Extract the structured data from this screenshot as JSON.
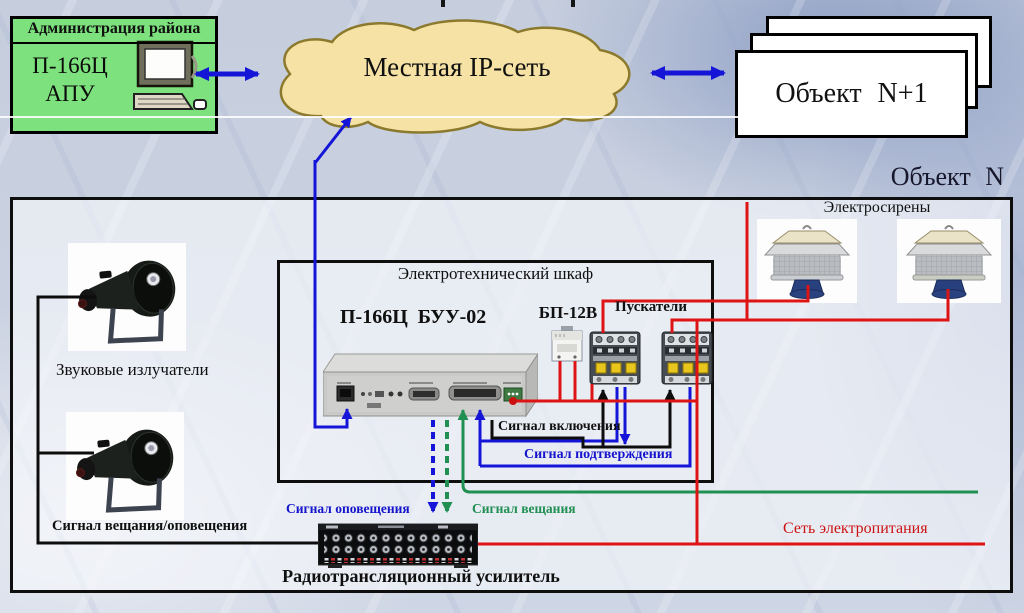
{
  "diagram": {
    "admin": {
      "title": "Администрация района",
      "equipment_line1": "П-166Ц",
      "equipment_line2": "АПУ"
    },
    "network": {
      "cloud_label": "Местная IP-сеть"
    },
    "remote_objects": {
      "stack_label": "Объект N+1"
    },
    "object_n": {
      "title": "Объект N",
      "cabinet_title": "Электротехнический шкаф",
      "controller_label": "П-166Ц БУУ-02",
      "psu_label": "БП-12В",
      "contactors_label": "Пускатели",
      "sirens_label": "Электросирены",
      "speakers_label": "Звуковые излучатели",
      "amplifier_label": "Радиотрансляционный усилитель"
    },
    "signals": {
      "switch_on": "Сигнал включения",
      "confirmation": "Сигнал подтверждения",
      "broadcast": "Сигнал вещания",
      "alert": "Сигнал оповещения",
      "broadcast_alert": "Сигнал вещания/оповещения",
      "power_network": "Сеть электропитания"
    },
    "colors": {
      "command_blue": "#1515d8",
      "broadcast_green": "#1f8f52",
      "power_red": "#de1414",
      "wire_black": "#0d0d0d",
      "cloud_fill": "#f6e2a4",
      "admin_green": "#7de17d"
    },
    "icons": {
      "computer": "computer-icon",
      "cloud": "network-cloud",
      "siren": "siren-image",
      "speaker": "horn-speaker-image",
      "controller": "controller-device-image",
      "psu": "power-supply-image",
      "contactor": "contactor-image",
      "amplifier": "amplifier-image"
    }
  }
}
